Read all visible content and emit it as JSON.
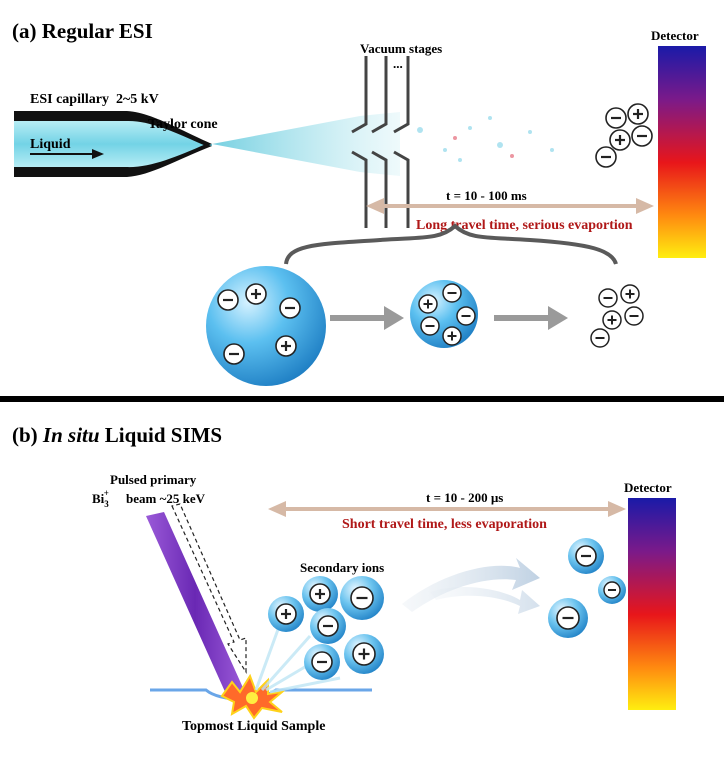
{
  "panel_a": {
    "title": "(a) Regular ESI",
    "capillary_label": "ESI capillary",
    "voltage_label": "2~5 kV",
    "liquid_label": "Liquid",
    "taylor_cone_label": "Taylor cone",
    "vacuum_label": "Vacuum stages",
    "vacuum_dots": "...",
    "detector_label": "Detector",
    "time_label": "t = 10 - 100 ms",
    "evaporation_label": "Long travel time, serious evaportion"
  },
  "panel_b": {
    "title_prefix": "(b) ",
    "title_italic": "In situ",
    "title_suffix": " Liquid SIMS",
    "beam_label_line1": "Pulsed primary",
    "beam_label_species": "Bi",
    "beam_label_sub": "3",
    "beam_label_sup": "+",
    "beam_label_line2": "beam ~25 keV",
    "secondary_ions_label": "Secondary ions",
    "sample_label": "Topmost Liquid Sample",
    "detector_label": "Detector",
    "time_label": "t = 10 - 200 µs",
    "evaporation_label": "Short travel time, less evaporation"
  },
  "colors": {
    "red_text": "#b01818",
    "arrow_tan": "#d6b9a6",
    "droplet_blue": "#3aa6e0",
    "beam_purple": "#7a3cc0",
    "detector_top": "#1d1ba8",
    "detector_mid": "#e8161a",
    "detector_bottom": "#ffee10"
  },
  "icons": {
    "positive_ion": "plus-in-circle",
    "negative_ion": "minus-in-circle"
  }
}
